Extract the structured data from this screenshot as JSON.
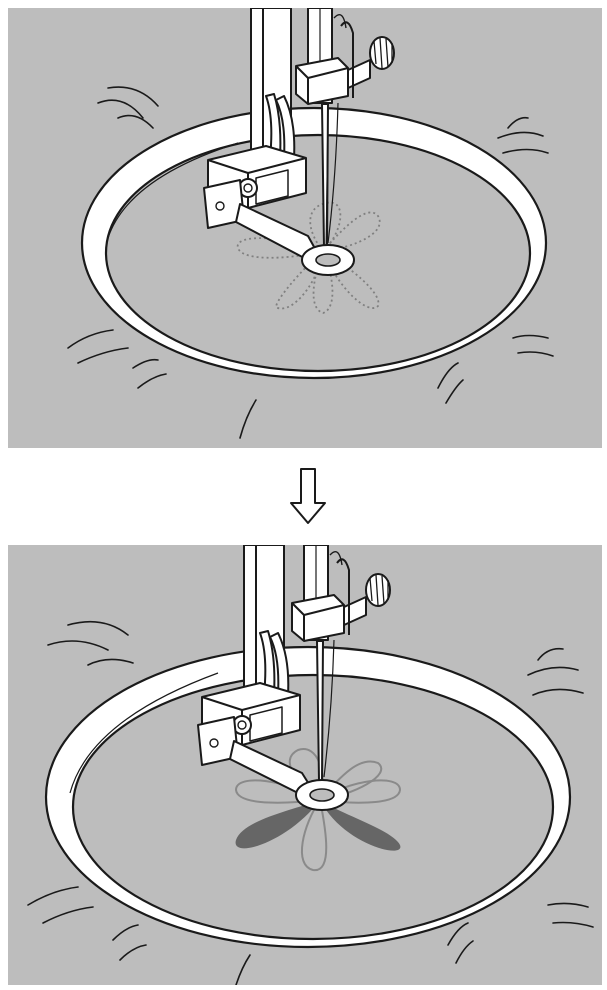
{
  "colors": {
    "fabric": "#bdbdbd",
    "hoop_fill": "#ffffff",
    "outline": "#1a1a1a",
    "stitch_preview": "#808080",
    "stitch_filled": "#666666",
    "stitch_outline": "#8a8a8a"
  },
  "icons": {
    "arrow": "down-arrow-icon"
  },
  "steps": [
    {
      "state": "outline-preview",
      "petals_stitched": 0
    },
    {
      "state": "stitching",
      "petals_stitched": 2
    }
  ]
}
